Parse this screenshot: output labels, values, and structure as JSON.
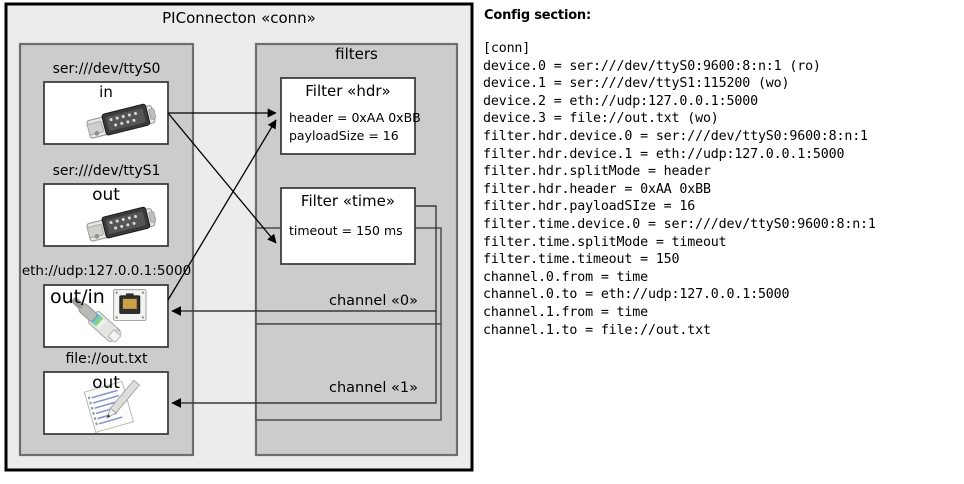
{
  "diagram": {
    "title": "PIConnecton «conn»",
    "devices_group": {
      "items": [
        {
          "caption": "ser:///dev/ttyS0",
          "direction": "in",
          "icon": "serial-port-icon"
        },
        {
          "caption": "ser:///dev/ttyS1",
          "direction": "out",
          "icon": "serial-port-icon"
        },
        {
          "caption": "eth://udp:127.0.0.1:5000",
          "direction": "out/in",
          "icon": "ethernet-plug-icon"
        },
        {
          "caption": "file://out.txt",
          "direction": "out",
          "icon": "text-file-icon"
        }
      ]
    },
    "filters_group": {
      "title": "filters",
      "filters": [
        {
          "title": "Filter «hdr»",
          "props": [
            "header = 0xAA 0xBB",
            "payloadSize = 16"
          ]
        },
        {
          "title": "Filter «time»",
          "props": [
            "timeout = 150 ms"
          ]
        }
      ],
      "channels": [
        {
          "label": "channel «0»"
        },
        {
          "label": "channel «1»"
        }
      ]
    }
  },
  "config": {
    "heading": "Config section:",
    "lines": [
      "[conn]",
      "device.0 = ser:///dev/ttyS0:9600:8:n:1 (ro)",
      "device.1 = ser:///dev/ttyS1:115200 (wo)",
      "device.2 = eth://udp:127.0.0.1:5000",
      "device.3 = file://out.txt (wo)",
      "filter.hdr.device.0 = ser:///dev/ttyS0:9600:8:n:1",
      "filter.hdr.device.1 = eth://udp:127.0.0.1:5000",
      "filter.hdr.splitMode = header",
      "filter.hdr.header = 0xAA 0xBB",
      "filter.hdr.payloadSIze = 16",
      "filter.time.device.0 = ser:///dev/ttyS0:9600:8:n:1",
      "filter.time.splitMode = timeout",
      "filter.time.timeout = 150",
      "channel.0.from = time",
      "channel.0.to = eth://udp:127.0.0.1:5000",
      "channel.1.from = time",
      "channel.1.to = file://out.txt"
    ]
  },
  "colors": {
    "outer_border": "#000000",
    "outer_fill": "#ececec",
    "group_fill": "#cccccc",
    "group_border": "#666666",
    "node_fill": "#ffffff",
    "node_border": "#3f3f3f",
    "line": "#000000"
  }
}
